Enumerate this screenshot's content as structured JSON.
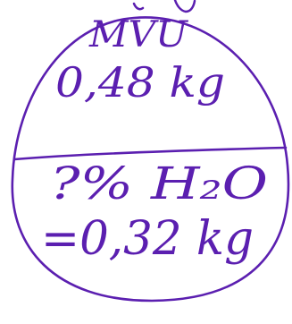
{
  "ink_color": "#5b1fb0",
  "top_section": {
    "line1": "MVU",
    "line2": "0,48 kg"
  },
  "bottom_section": {
    "line1": "?% H₂O",
    "line2": "=0,32 kg"
  }
}
